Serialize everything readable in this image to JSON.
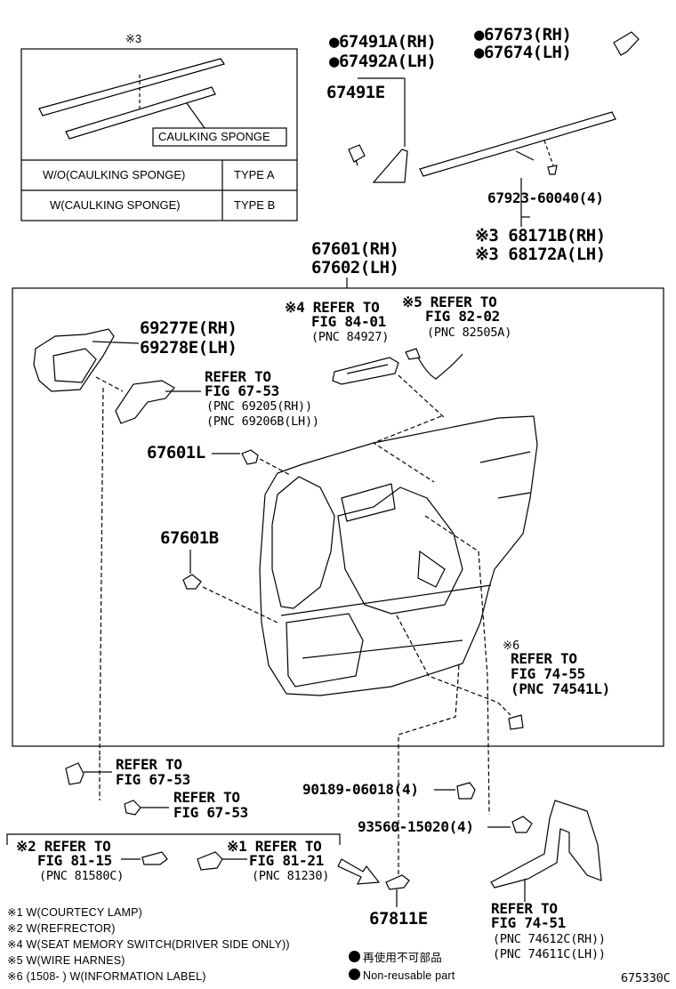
{
  "inset": {
    "mark": "※3",
    "caulking_label": "CAULKING SPONGE",
    "rows": [
      {
        "condition": "W/O(CAULKING SPONGE)",
        "type": "TYPE A"
      },
      {
        "condition": "W(CAULKING SPONGE)",
        "type": "TYPE B"
      }
    ]
  },
  "parts": {
    "p67491a": "●67491A(RH)",
    "p67492a": "●67492A(LH)",
    "p67491e": "67491E",
    "p67673": "●67673(RH)",
    "p67674": "●67674(LH)",
    "p67923": "67923-60040(4)",
    "p68171b": "※3 68171B(RH)",
    "p68172a": "※3 68172A(LH)",
    "p67601": "67601(RH)",
    "p67602": "67602(LH)",
    "p69277e": "69277E(RH)",
    "p69278e": "69278E(LH)",
    "p67601l": "67601L",
    "p67601b": "67601B",
    "p90189": "90189-06018(4)",
    "p93560": "93560-15020(4)",
    "p67811e": "67811E",
    "fig_number": "675330C"
  },
  "refs": {
    "r4_l1": "※4 REFER TO",
    "r4_l2": "FIG 84-01",
    "r4_l3": "(PNC 84927)",
    "r5_l1": "※5 REFER TO",
    "r5_l2": "FIG 82-02",
    "r5_l3": "(PNC 82505A)",
    "rh_l1": "REFER TO",
    "rh_l2": "FIG 67-53",
    "rh_l3": "(PNC 69205(RH))",
    "rh_l4": "(PNC 69206B(LH))",
    "r6_l0": "※6",
    "r6_l1": "REFER TO",
    "r6_l2": "FIG 74-55",
    "r6_l3": "(PNC 74541L)",
    "ra_l1": "REFER TO",
    "ra_l2": "FIG 67-53",
    "rb_l1": "REFER TO",
    "rb_l2": "FIG 67-53",
    "r2_l1": "※2 REFER TO",
    "r2_l2": "FIG 81-15",
    "r2_l3": "(PNC 81580C)",
    "r1_l1": "※1 REFER TO",
    "r1_l2": "FIG 81-21",
    "r1_l3": "(PNC 81230)",
    "rt_l1": "REFER TO",
    "rt_l2": "FIG 74-51",
    "rt_l3": "(PNC 74612C(RH))",
    "rt_l4": "(PNC 74611C(LH))"
  },
  "footnotes": [
    "※1 W(COURTECY LAMP)",
    "※2 W(REFRECTOR)",
    "※4 W(SEAT MEMORY SWITCH(DRIVER SIDE ONLY))",
    "※5 W(WIRE HARNES)",
    "※6 (1508-       ) W(INFORMATION LABEL)"
  ],
  "legend": {
    "jp": "再使用不可部品",
    "en": "Non-reusable part"
  }
}
